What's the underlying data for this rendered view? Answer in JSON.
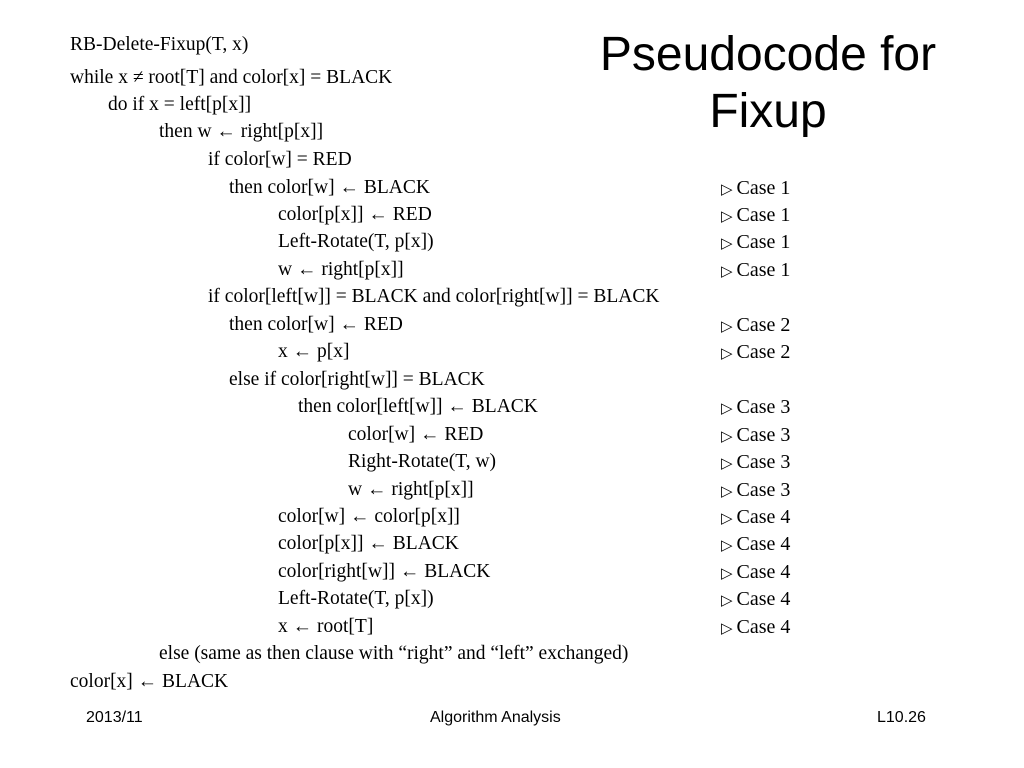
{
  "slide": {
    "title_line1": "Pseudocode for",
    "title_line2": "Fixup"
  },
  "pseudocode": {
    "header": "RB-Delete-Fixup(T, x)",
    "lines": [
      "while x ≠ root[T] and color[x] = BLACK",
      "do if x = left[p[x]]",
      "then w ← right[p[x]]",
      "if color[w] = RED",
      "then color[w] ← BLACK",
      "color[p[x]] ← RED",
      "Left-Rotate(T, p[x])",
      "w ← right[p[x]]",
      "if color[left[w]] = BLACK and color[right[w]] = BLACK",
      "then color[w] ← RED",
      "x ← p[x]",
      "else if color[right[w]] = BLACK",
      "then color[left[w]] ← BLACK",
      "color[w] ← RED",
      "Right-Rotate(T, w)",
      "w ← right[p[x]]",
      "color[w] ← color[p[x]]",
      "color[p[x]] ← BLACK",
      "color[right[w]] ← BLACK",
      "Left-Rotate(T, p[x])",
      "x ← root[T]",
      "else (same as then clause with “right” and “left” exchanged)",
      "color[x] ← BLACK"
    ],
    "comments": [
      "Case 1",
      "Case 1",
      "Case 1",
      "Case 1",
      "Case 2",
      "Case 2",
      "Case 3",
      "Case 3",
      "Case 3",
      "Case 3",
      "Case 4",
      "Case 4",
      "Case 4",
      "Case 4",
      "Case 4"
    ]
  },
  "footer": {
    "date": "2013/11",
    "course": "Algorithm Analysis",
    "slide_number": "L10.26"
  }
}
